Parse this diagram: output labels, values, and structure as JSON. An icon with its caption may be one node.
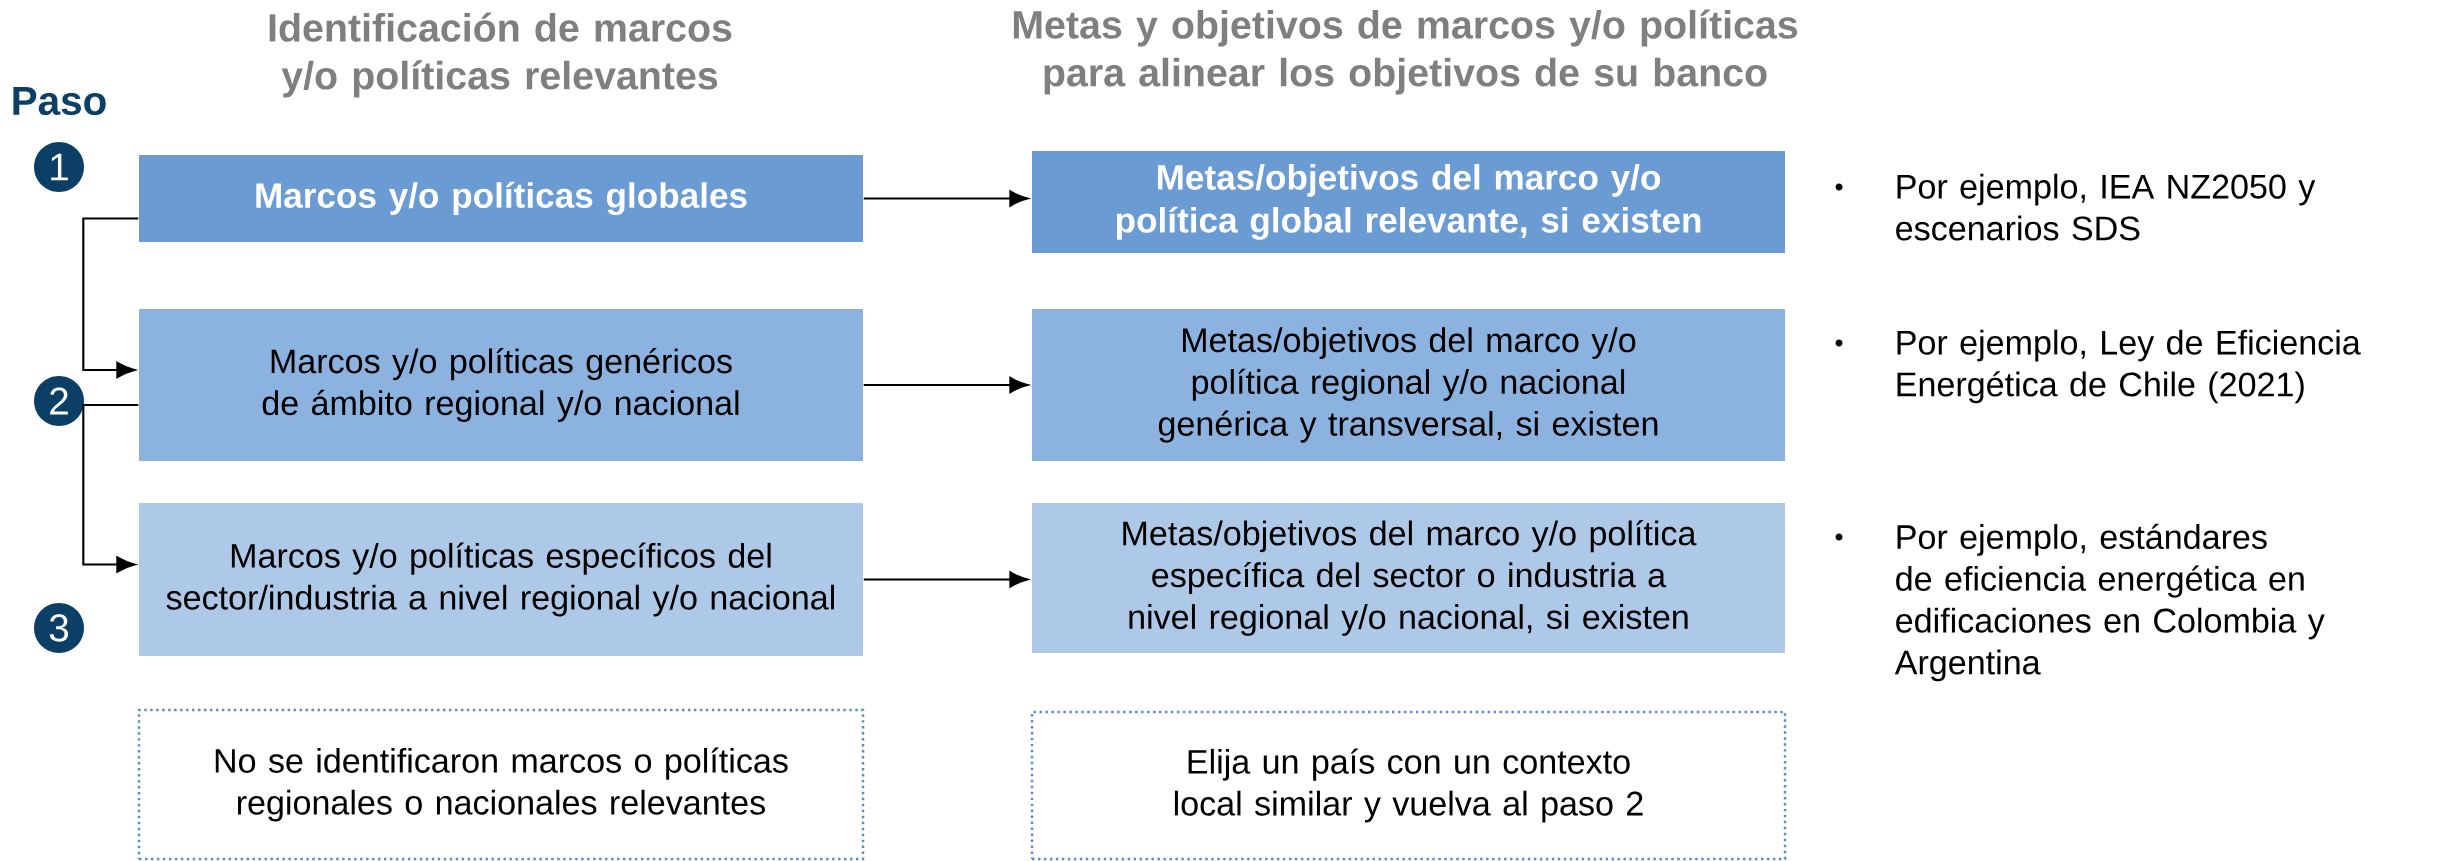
{
  "diagram": {
    "nodes": [
      {
        "text": [
          "1"
        ]
      },
      {
        "text": [
          "Marcos y/o políticas globales"
        ]
      },
      {
        "text": [
          "Metas/objetivos del marco y/o política global relevante, si existen"
        ]
      },
      {
        "text": [
          "2"
        ]
      },
      {
        "text": [
          "Marcos y/o políticas genéricos de ámbito regional y/o nacional"
        ]
      },
      {
        "text": [
          "Metas/objetivos del marco y/o política regional y/o nacional genérica y transversal, si existen"
        ]
      },
      {
        "text": [
          "3"
        ]
      },
      {
        "text": [
          "Marcos y/o políticas específicos del sector/industria a nivel regional y/o nacional"
        ]
      },
      {
        "text": [
          "Metas/objetivos del marco y/o política específica del sector o industria a nivel regional y/o nacional, si existen"
        ]
      },
      {
        "text": [
          "No se identificaron marcos o políticas regionales o nacionales relevantes"
        ]
      },
      {
        "text": [
          "Elija un país con un contexto local similar y vuelva al paso 2"
        ]
      }
    ],
    "edges": [
      {
        "from": 1,
        "to": 4,
        "arrow": "to"
      },
      {
        "from": 4,
        "to": 7,
        "arrow": "to"
      },
      {
        "from": 1,
        "to": 2,
        "arrow": "to"
      },
      {
        "from": 4,
        "to": 5,
        "arrow": "to"
      },
      {
        "from": 7,
        "to": 8,
        "arrow": "to"
      }
    ],
    "labels": [
      "Identificación de marcos y/o políticas relevantes",
      "Metas y objetivos de marcos y/o políticas para alinear los objetivos de su banco",
      "Paso",
      "Por ejemplo, IEA NZ2050 y escenarios SDS",
      "Por ejemplo, Ley de Eficiencia Energética de Chile (2021)",
      "Por ejemplo, estándares de eficiencia energética en edificaciones en Colombia y Argentina"
    ]
  }
}
